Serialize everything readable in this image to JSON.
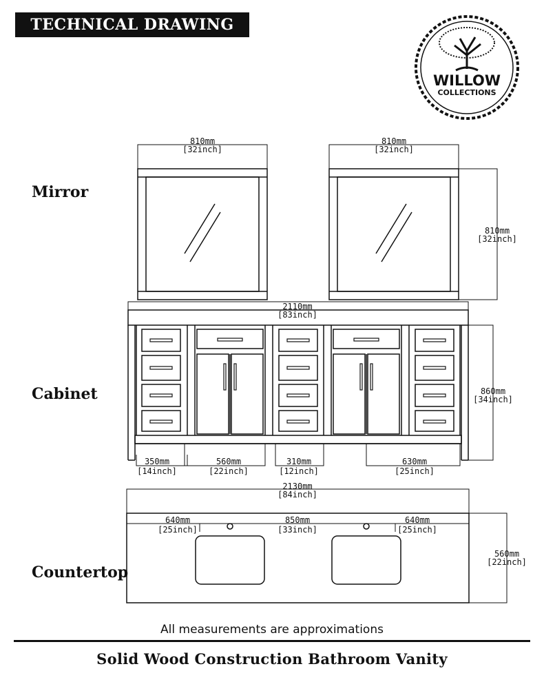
{
  "header": {
    "title": "TECHNICAL DRAWING"
  },
  "logo": {
    "line1": "WILLOW",
    "line2": "COLLECTIONS"
  },
  "sections": {
    "mirror": "Mirror",
    "cabinet": "Cabinet",
    "countertop": "Countertop"
  },
  "dimensions": {
    "mirror_left_width": {
      "mm": "810mm",
      "inch": "[32inch]"
    },
    "mirror_right_width": {
      "mm": "810mm",
      "inch": "[32inch]"
    },
    "mirror_height": {
      "mm": "810mm",
      "inch": "[32inch]"
    },
    "cabinet_width": {
      "mm": "2110mm",
      "inch": "[83inch]"
    },
    "cabinet_height": {
      "mm": "860mm",
      "inch": "[34inch]"
    },
    "cabinet_drawer_bank": {
      "mm": "350mm",
      "inch": "[14inch]"
    },
    "cabinet_door_pair": {
      "mm": "560mm",
      "inch": "[22inch]"
    },
    "cabinet_center_bank": {
      "mm": "310mm",
      "inch": "[12inch]"
    },
    "cabinet_right_span": {
      "mm": "630mm",
      "inch": "[25inch]"
    },
    "counter_width": {
      "mm": "2130mm",
      "inch": "[84inch]"
    },
    "counter_left_offset": {
      "mm": "640mm",
      "inch": "[25inch]"
    },
    "counter_sink_spacing": {
      "mm": "850mm",
      "inch": "[33inch]"
    },
    "counter_right_offset": {
      "mm": "640mm",
      "inch": "[25inch]"
    },
    "counter_depth": {
      "mm": "560mm",
      "inch": "[22inch]"
    }
  },
  "footnote": "All measurements are approximations",
  "footer": {
    "title": "Solid Wood Construction Bathroom Vanity"
  }
}
